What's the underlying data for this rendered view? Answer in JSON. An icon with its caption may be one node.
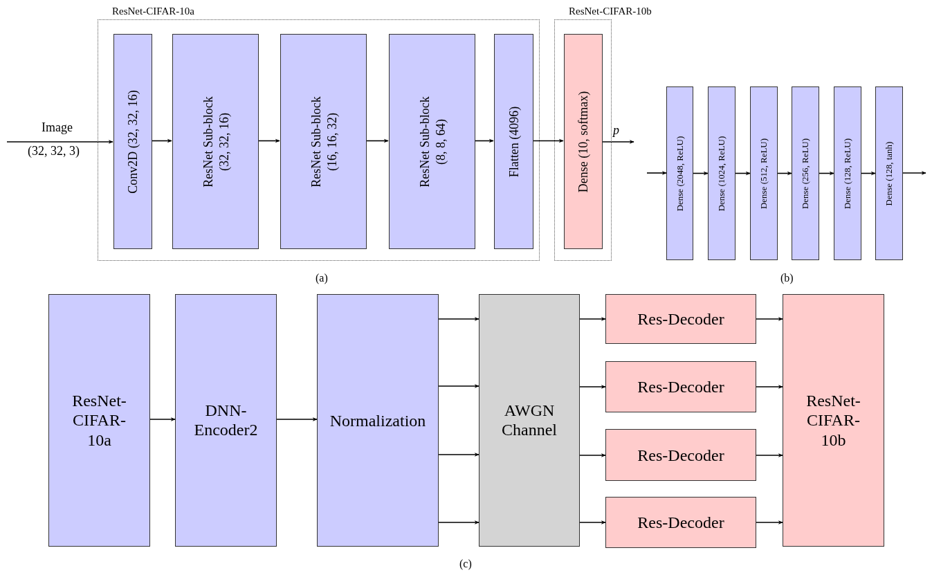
{
  "diagram": {
    "nodes": [
      {
        "text": [
          "ResNet-CIFAR-10a"
        ]
      },
      {
        "text": [
          "Conv2D (32, 32, 16)"
        ],
        "in": 0
      },
      {
        "text": [
          "ResNet Sub-block (32, 32, 16)"
        ],
        "in": 0
      },
      {
        "text": [
          "ResNet Sub-block (16, 16, 32)"
        ],
        "in": 0
      },
      {
        "text": [
          "ResNet Sub-block (8, 8, 64)"
        ],
        "in": 0
      },
      {
        "text": [
          "Flatten (4096)"
        ],
        "in": 0
      },
      {
        "text": [
          "ResNet-CIFAR-10b"
        ]
      },
      {
        "text": [
          "Dense (10, softmax)"
        ],
        "in": 6
      },
      {
        "text": [
          "Dense (2048, ReLU)"
        ]
      },
      {
        "text": [
          "Dense (1024, ReLU)"
        ]
      },
      {
        "text": [
          "Dense (512, ReLU)"
        ]
      },
      {
        "text": [
          "Dense (256, ReLU)"
        ]
      },
      {
        "text": [
          "Dense (128, ReLU)"
        ]
      },
      {
        "text": [
          "Dense (128, tanh)"
        ]
      },
      {
        "text": [
          "ResNet-CIFAR-10a"
        ]
      },
      {
        "text": [
          "DNN-Encoder2"
        ]
      },
      {
        "text": [
          "Normalization"
        ]
      },
      {
        "text": [
          "AWGN Channel"
        ]
      },
      {
        "text": [
          "Res-Decoder"
        ]
      },
      {
        "text": [
          "Res-Decoder"
        ]
      },
      {
        "text": [
          "Res-Decoder"
        ]
      },
      {
        "text": [
          "Res-Decoder"
        ]
      },
      {
        "text": [
          "ResNet-CIFAR-10b"
        ]
      }
    ],
    "edges": [
      {
        "from": null,
        "to": 1,
        "arrow": "to",
        "label": "Image"
      },
      {
        "from": 1,
        "to": 2,
        "arrow": "to"
      },
      {
        "from": 2,
        "to": 3,
        "arrow": "to"
      },
      {
        "from": 3,
        "to": 4,
        "arrow": "to"
      },
      {
        "from": 4,
        "to": 5,
        "arrow": "to"
      },
      {
        "from": 5,
        "to": 7,
        "arrow": "to"
      },
      {
        "from": 7,
        "to": null,
        "arrow": "to",
        "label": "p"
      },
      {
        "from": null,
        "to": 8,
        "arrow": "to"
      },
      {
        "from": 8,
        "to": 9,
        "arrow": "to"
      },
      {
        "from": 9,
        "to": 10,
        "arrow": "to"
      },
      {
        "from": 10,
        "to": 11,
        "arrow": "to"
      },
      {
        "from": 11,
        "to": 12,
        "arrow": "to"
      },
      {
        "from": 12,
        "to": 13,
        "arrow": "to"
      },
      {
        "from": 13,
        "to": null,
        "arrow": "to"
      },
      {
        "from": 14,
        "to": 15,
        "arrow": "to"
      },
      {
        "from": 15,
        "to": 16,
        "arrow": "to"
      },
      {
        "from": 16,
        "to": 17,
        "arrow": "to"
      },
      {
        "from": 16,
        "to": 17,
        "arrow": "to"
      },
      {
        "from": 16,
        "to": 17,
        "arrow": "to"
      },
      {
        "from": 16,
        "to": 17,
        "arrow": "to"
      },
      {
        "from": 17,
        "to": 18,
        "arrow": "to"
      },
      {
        "from": 17,
        "to": 19,
        "arrow": "to"
      },
      {
        "from": 17,
        "to": 20,
        "arrow": "to"
      },
      {
        "from": 17,
        "to": 21,
        "arrow": "to"
      },
      {
        "from": 18,
        "to": 22,
        "arrow": "to"
      },
      {
        "from": 19,
        "to": 22,
        "arrow": "to"
      },
      {
        "from": 20,
        "to": 22,
        "arrow": "to"
      },
      {
        "from": 21,
        "to": 22,
        "arrow": "to"
      }
    ],
    "labels": [
      "(32, 32, 3)",
      "(a)",
      "(b)",
      "(c)"
    ]
  }
}
